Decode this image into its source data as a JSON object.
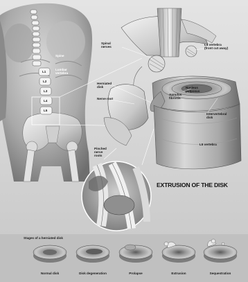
{
  "labels": {
    "spine": "Spine",
    "lumbar_vertebra": "Lumbar\nvertebra",
    "l1": "L1",
    "l2": "L2",
    "l3": "L3",
    "l4": "L4",
    "l5": "L5",
    "spinal_nerves": "Spinal\nnerves",
    "l4_vertebra": "L4 vertebra\n(front cut away)",
    "herniated_disk": "Herniated\ndisk",
    "nerve_root": "Nerve root",
    "nucleus_pulposus": "Nucleus\npulposus",
    "annulus_fibrosis": "Annulus\nfibrosis",
    "intervertebral_disk": "Intervertebral\ndisk",
    "l5_vertebra": "L5 vertebra",
    "pinched_nerve_roots": "Pinched\nnerve\nroots",
    "title": "EXTRUSION OF THE DISK",
    "stages_heading": "Stages of a herniated disk"
  },
  "stages": [
    "Normal disk",
    "Disk degeneration",
    "Prolapse",
    "Extrusion",
    "Sequestration"
  ]
}
